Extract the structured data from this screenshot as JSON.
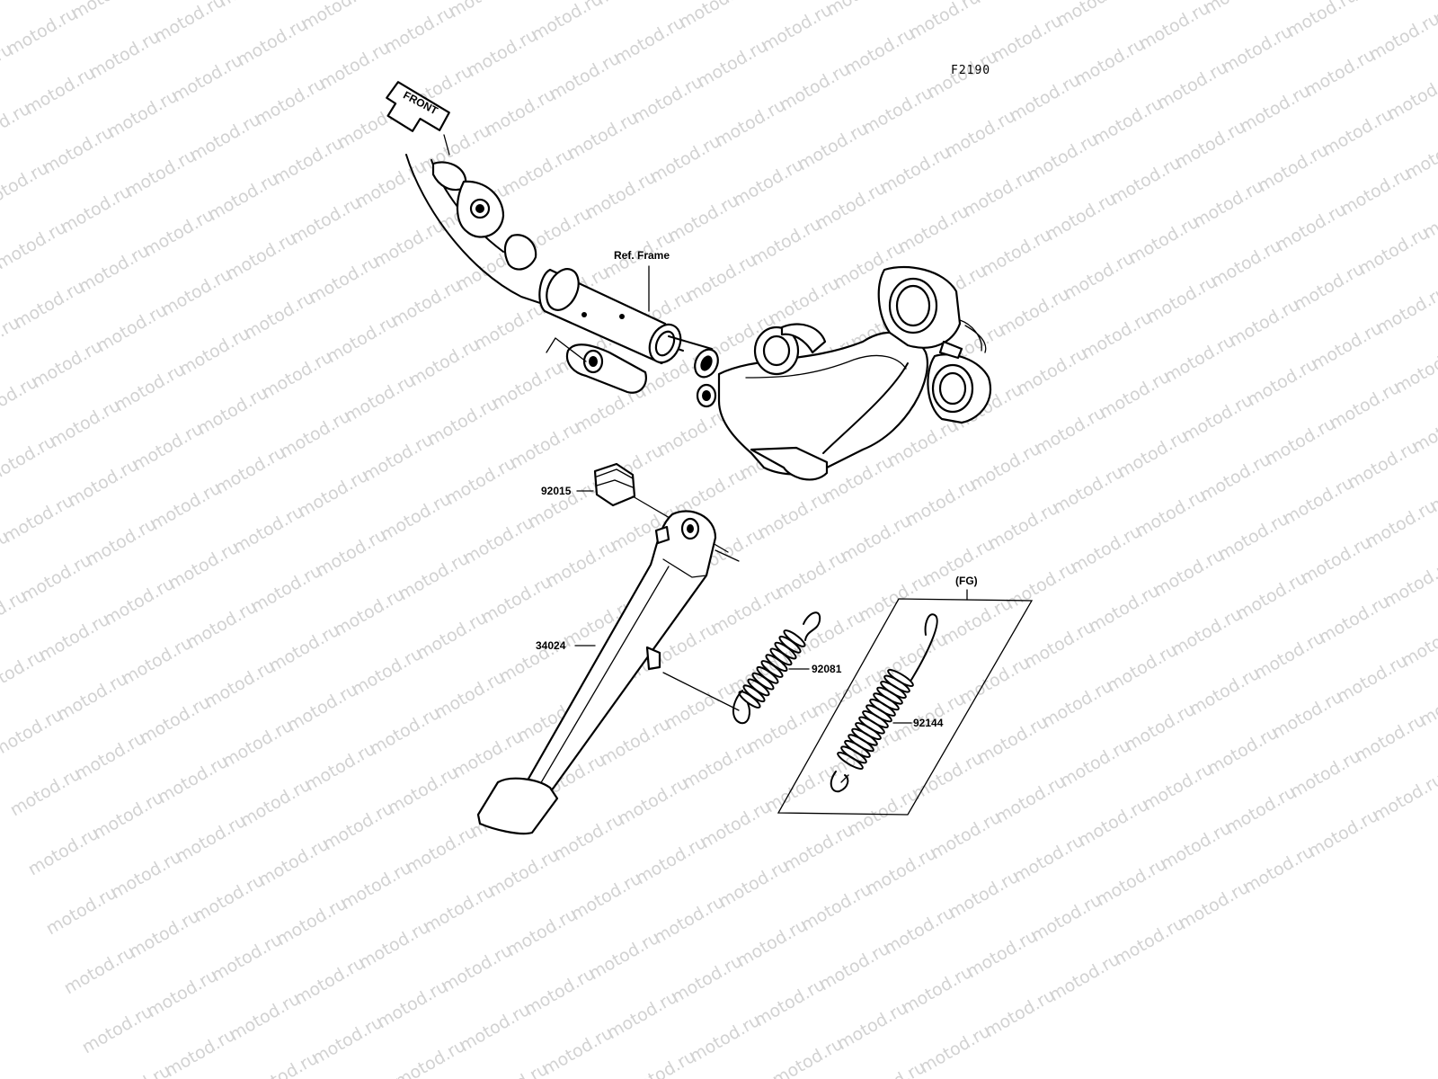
{
  "figure_code": "F2190",
  "watermark": "motod.ru",
  "front_arrow": {
    "label": "FRONT"
  },
  "reference": {
    "label": "Ref. Frame"
  },
  "parts": [
    {
      "number": "92015"
    },
    {
      "number": "34024"
    },
    {
      "number": "92081"
    },
    {
      "number": "92144"
    }
  ],
  "group": {
    "label": "(FG)"
  }
}
